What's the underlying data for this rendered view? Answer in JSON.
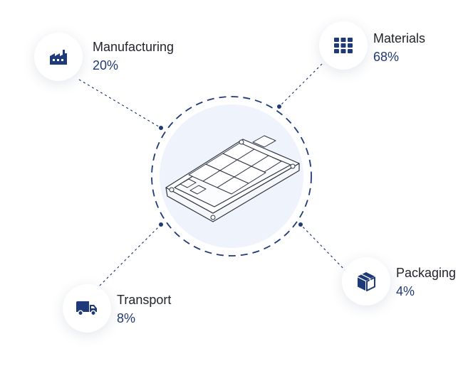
{
  "colors": {
    "navy": "#1f3a78",
    "text": "#22252b",
    "hub_fill": "#eef3fc",
    "connector": "#1f3a78"
  },
  "center": {
    "icon": "battery-pack-icon"
  },
  "nodes": [
    {
      "id": "manufacturing",
      "label": "Manufacturing",
      "value": "20%",
      "icon": "factory-icon"
    },
    {
      "id": "materials",
      "label": "Materials",
      "value": "68%",
      "icon": "grid-icon"
    },
    {
      "id": "transport",
      "label": "Transport",
      "value": "8%",
      "icon": "truck-icon"
    },
    {
      "id": "packaging",
      "label": "Packaging",
      "value": "4%",
      "icon": "package-icon"
    }
  ]
}
